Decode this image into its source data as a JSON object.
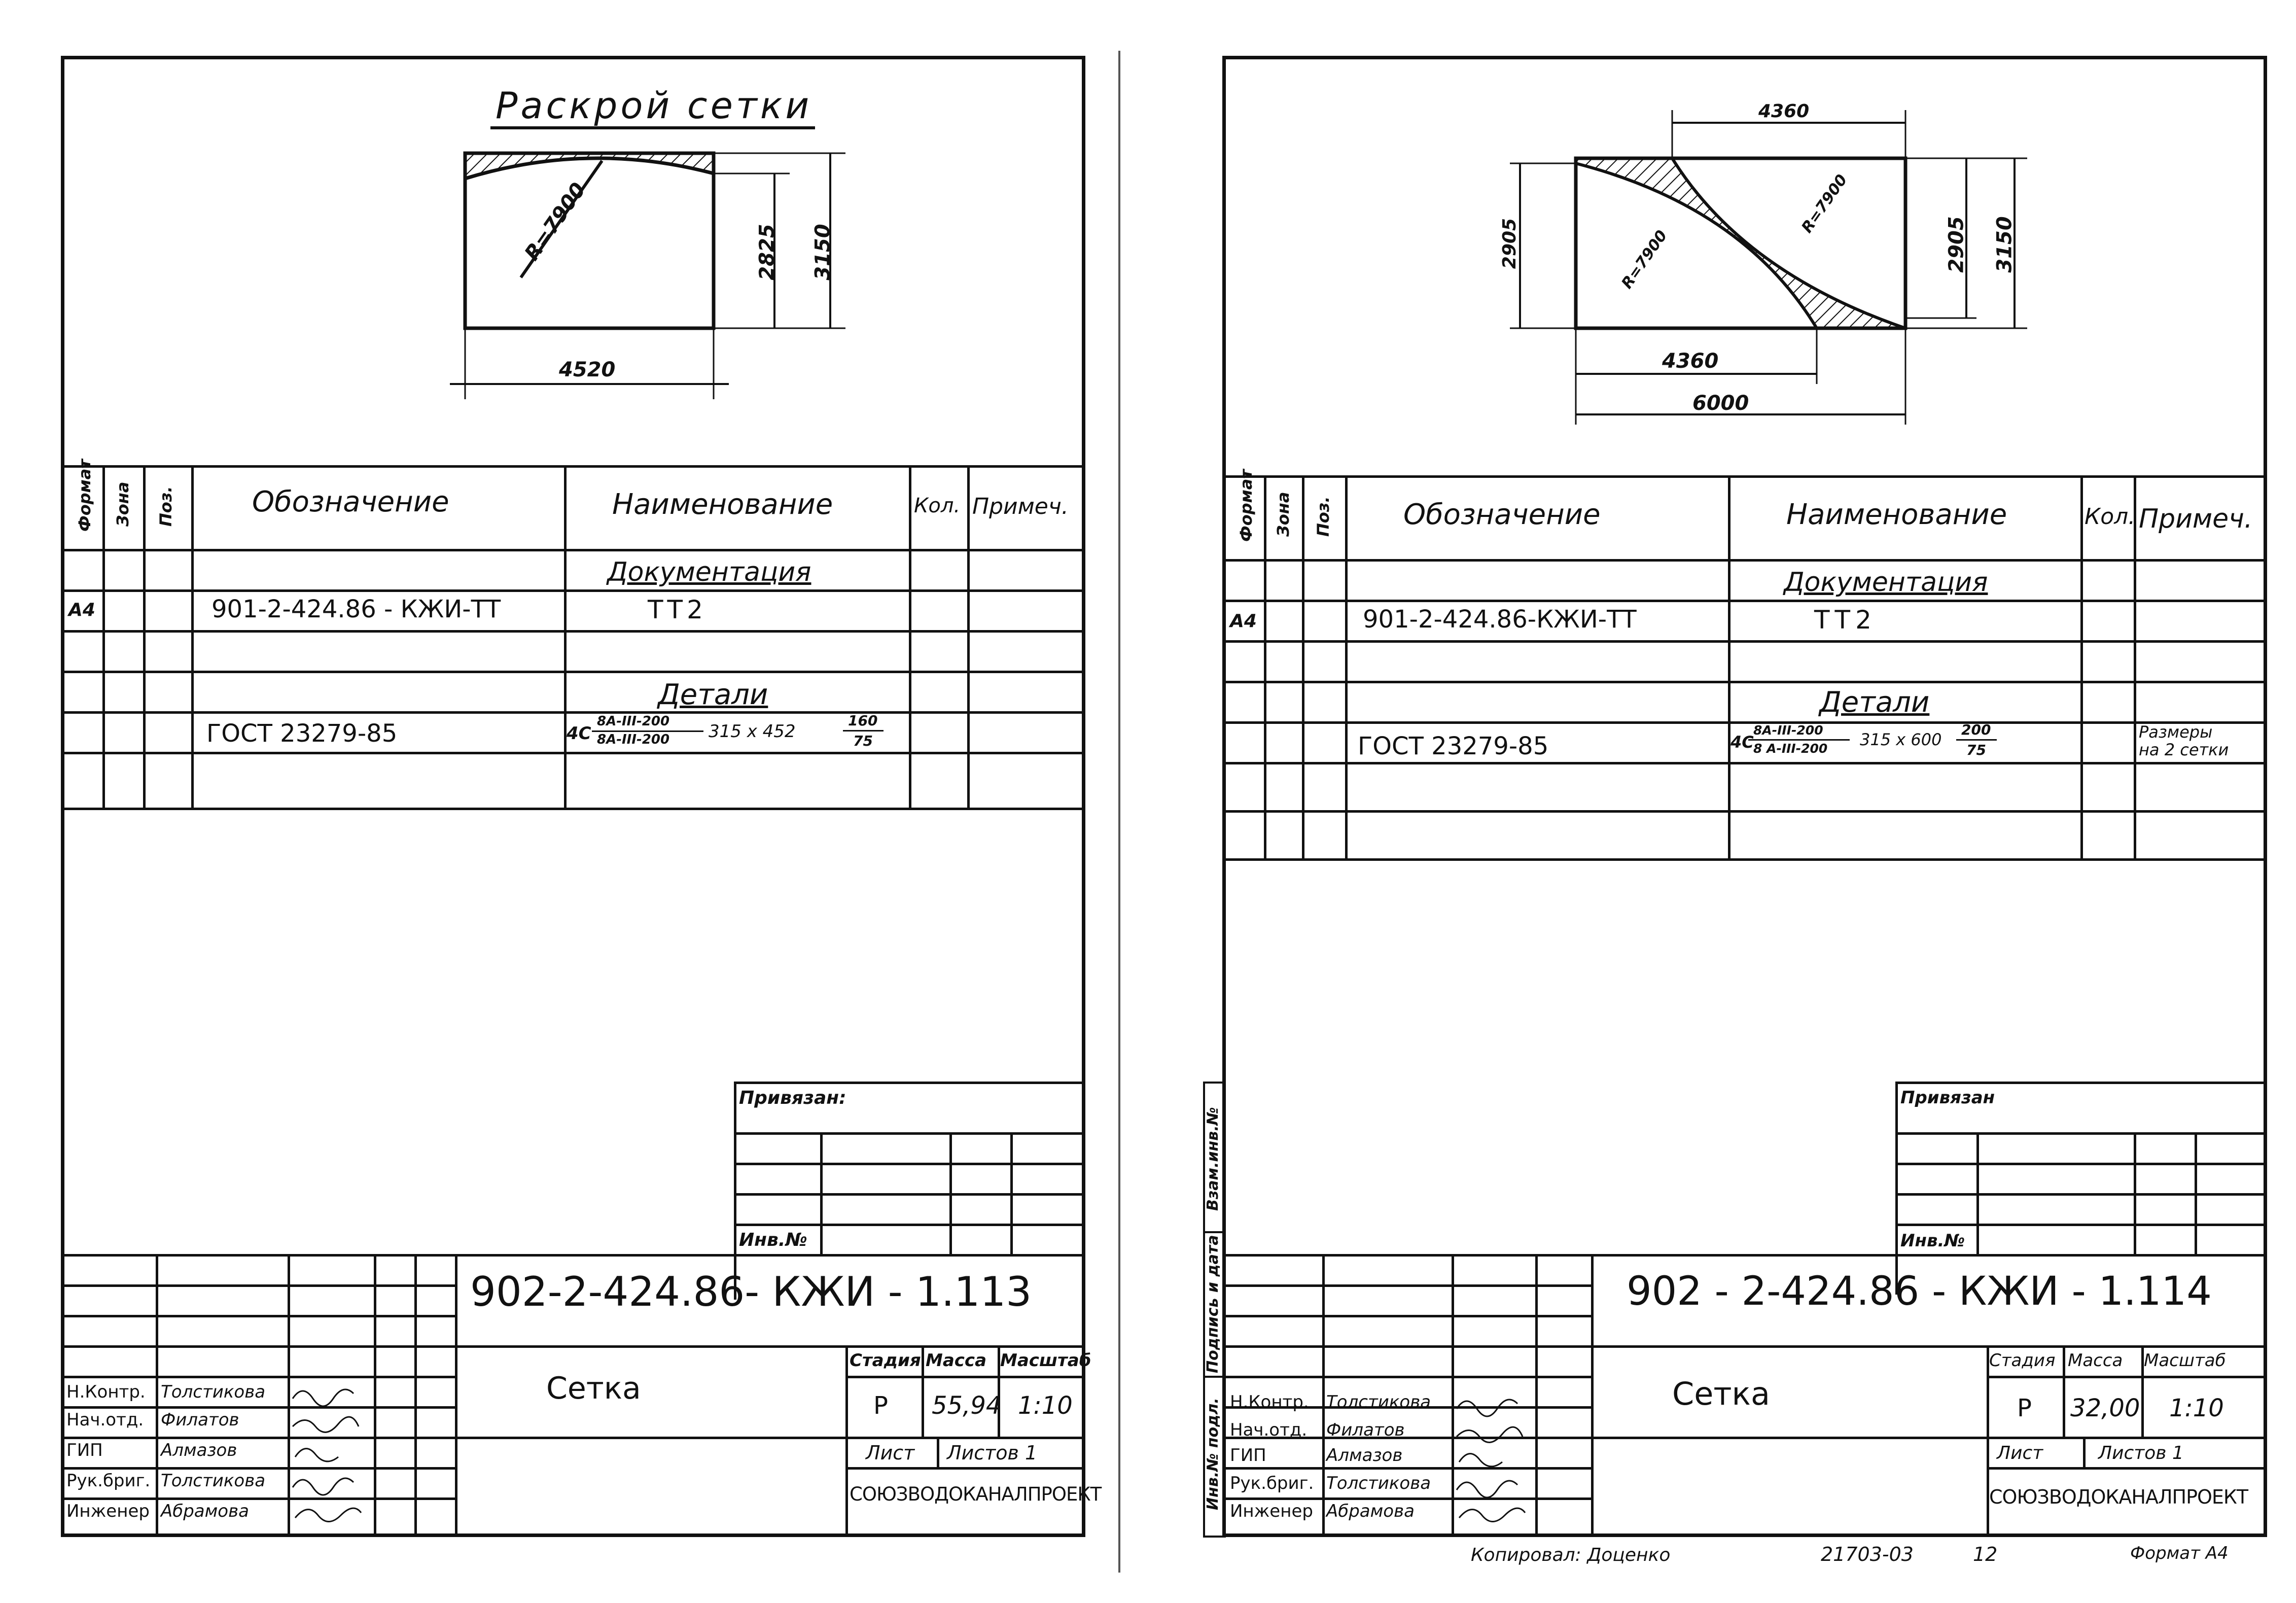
{
  "left_sheet": {
    "drawing": {
      "title": "Раскрой сетки",
      "radius": "R=7900",
      "dim_height_inner": "2825",
      "dim_height_outer": "3150",
      "dim_width": "4520"
    },
    "spec_headers": {
      "format": "Формат",
      "zone": "Зона",
      "pos": "Поз.",
      "designation": "Обозначение",
      "name": "Наименование",
      "qty": "Кол.",
      "note": "Примеч."
    },
    "rows": {
      "section_docs": "Документация",
      "doc_format": "А4",
      "doc_designation": "901-2-424.86 - КЖИ-ТТ",
      "doc_name": "ТТ2",
      "section_parts": "Детали",
      "part_designation": "ГОСТ 23279-85",
      "part_prefix": "4С",
      "part_num": "8А-III-200",
      "part_den": "8А-III-200",
      "part_size": "315 х 452",
      "part_frac_num": "160",
      "part_frac_den": "75"
    },
    "bound": {
      "label": "Привязан:",
      "inv": "Инв.№"
    },
    "title_block": {
      "code": "902-2-424.86- КЖИ - 1.113",
      "name": "Сетка",
      "stage_label": "Стадия",
      "mass_label": "Масса",
      "scale_label": "Масштаб",
      "stage": "Р",
      "mass": "55,94",
      "scale": "1:10",
      "sheet_label": "Лист",
      "sheets_label": "Листов 1",
      "org": "СОЮЗВОДОКАНАЛПРОЕКТ",
      "roles": [
        "Н.Контр.",
        "Нач.отд.",
        "ГИП",
        "Рук.бриг.",
        "Инженер"
      ],
      "names": [
        "Толстикова",
        "Филатов",
        "Алмазов",
        "Толстикова",
        "Абрамова"
      ]
    }
  },
  "right_sheet": {
    "drawing": {
      "dim_top": "4360",
      "dim_left": "2905",
      "dim_right_inner": "2905",
      "dim_right_outer": "3150",
      "radius_left": "R=7900",
      "radius_right": "R=7900",
      "dim_bottom_inner": "4360",
      "dim_bottom_outer": "6000"
    },
    "spec_headers": {
      "format": "Формат",
      "zone": "Зона",
      "pos": "Поз.",
      "designation": "Обозначение",
      "name": "Наименование",
      "qty": "Кол.",
      "note": "Примеч."
    },
    "rows": {
      "section_docs": "Документация",
      "doc_format": "А4",
      "doc_designation": "901-2-424.86-КЖИ-ТТ",
      "doc_name": "ТТ2",
      "section_parts": "Детали",
      "part_designation": "ГОСТ 23279-85",
      "part_prefix": "4С",
      "part_num": "8А-III-200",
      "part_den": "8 А-III-200",
      "part_size": "315 х 600",
      "part_frac_num": "200",
      "part_frac_den": "75",
      "part_note_1": "Размеры",
      "part_note_2": "на 2 сетки"
    },
    "bound": {
      "label": "Привязан",
      "inv": "Инв.№"
    },
    "side_stamp": {
      "inv_orig": "Инв.№ подл.",
      "sign_date": "Подпись и дата",
      "replace_inv": "Взам.инв.№"
    },
    "title_block": {
      "code": "902 - 2-424.86 - КЖИ - 1.114",
      "name": "Сетка",
      "stage_label": "Стадия",
      "mass_label": "Масса",
      "scale_label": "Масштаб",
      "stage": "Р",
      "mass": "32,00",
      "scale": "1:10",
      "sheet_label": "Лист",
      "sheets_label": "Листов 1",
      "org": "СОЮЗВОДОКАНАЛПРОЕКТ",
      "roles": [
        "Н.Контр.",
        "Нач.отд.",
        "ГИП",
        "Рук.бриг.",
        "Инженер"
      ],
      "names": [
        "Толстикова",
        "Филатов",
        "Алмазов",
        "Толстикова",
        "Абрамова"
      ]
    },
    "footer": {
      "copied": "Копировал: Доценко",
      "number": "21703-03",
      "page": "12",
      "format": "Формат А4"
    }
  }
}
